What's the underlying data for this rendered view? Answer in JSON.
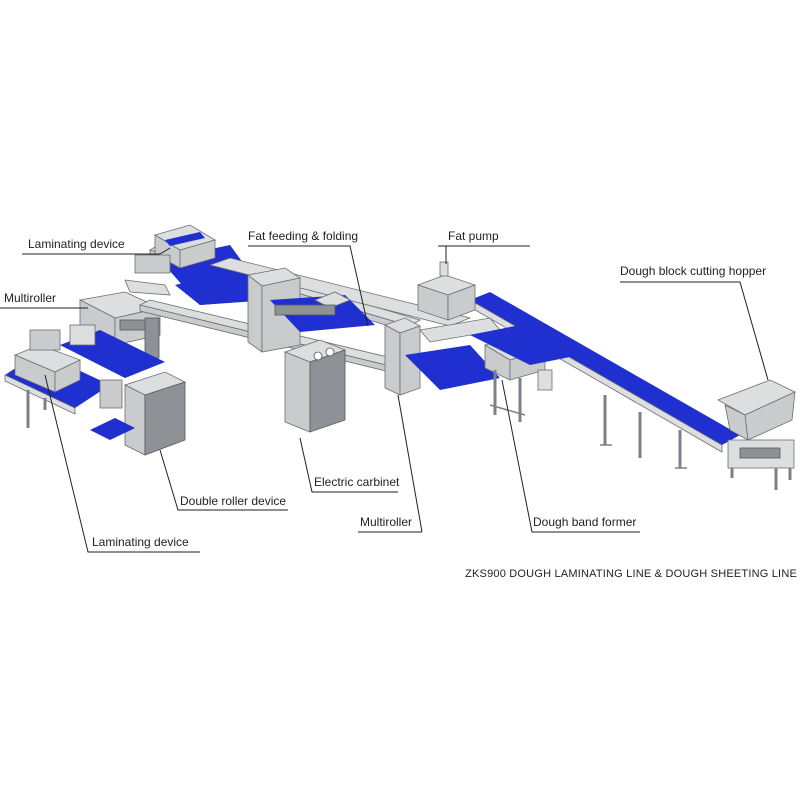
{
  "diagram": {
    "caption": "ZKS900 DOUGH LAMINATING LINE & DOUGH SHEETING LINE",
    "labels": {
      "laminating_device_top": "Laminating device",
      "fat_feeding_folding": "Fat feeding & folding",
      "fat_pump": "Fat pump",
      "dough_block_cutting_hopper": "Dough block cutting hopper",
      "multiroller_left": "Multiroller",
      "double_roller_device": "Double roller device",
      "electric_cabinet": "Electric carbinet",
      "multiroller_center": "Multiroller",
      "dough_band_former": "Dough band former",
      "laminating_device_bottom": "Laminating device"
    },
    "colors": {
      "belt": "#1f2fd0",
      "frame": "#c9cbcd",
      "outline": "#6b6e72"
    }
  }
}
